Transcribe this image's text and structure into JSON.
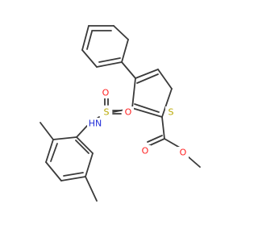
{
  "molecule": {
    "colors": {
      "bond": "#3a3a3a",
      "sulfur": "#b8a800",
      "oxygen": "#ff1f1f",
      "nitrogen": "#1f2bd8"
    },
    "labels": {
      "ring_sulfur": "S",
      "sulfonyl_sulfur": "S",
      "sulfonyl_oxygen_left": "O",
      "sulfonyl_oxygen_right": "O",
      "amine": "HN",
      "carbonyl_oxygen": "O",
      "ester_oxygen": "O"
    }
  }
}
